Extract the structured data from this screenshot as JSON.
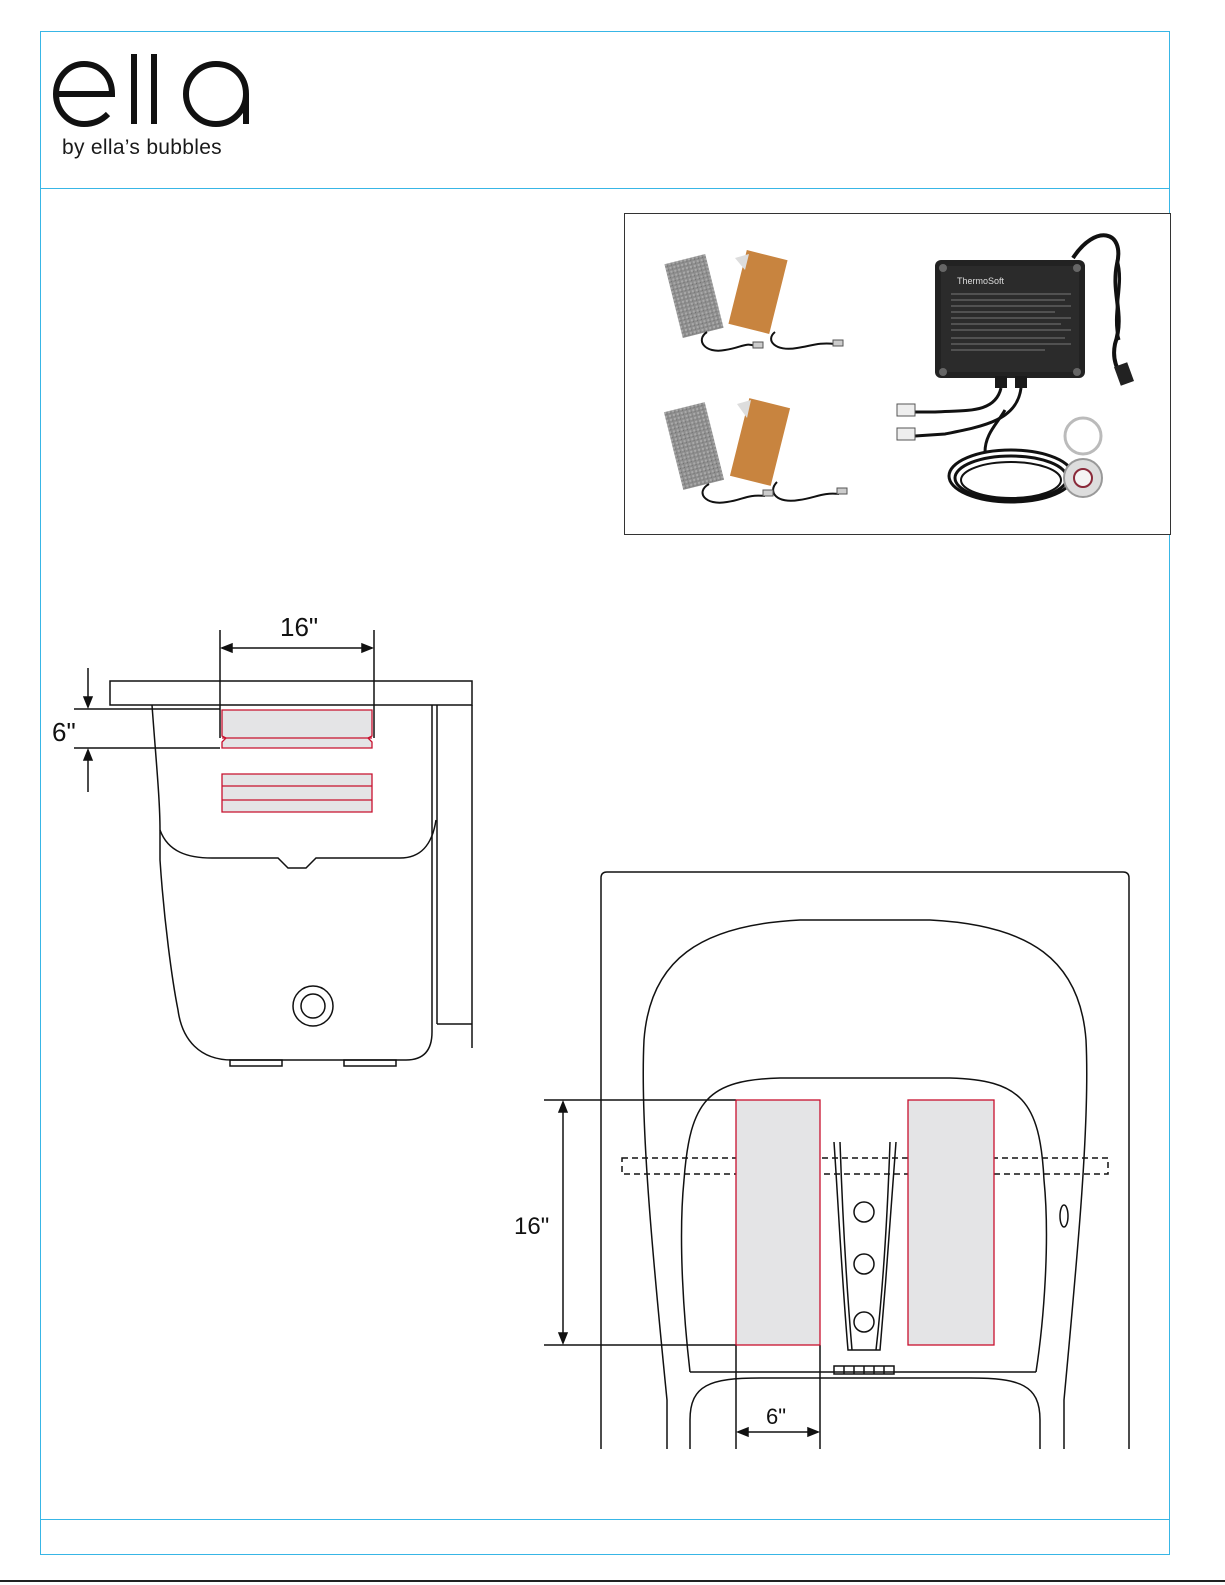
{
  "brand": {
    "name": "ella",
    "tagline": "by ella’s bubbles"
  },
  "photo_label": {
    "controller_brand": "ThermoSoft"
  },
  "side_view": {
    "width_dim": "16\"",
    "height_dim": "6\""
  },
  "top_view": {
    "length_dim": "16\"",
    "width_dim": "6\""
  },
  "colors": {
    "frame": "#38b6e6",
    "pad_outline": "#c8102e",
    "pad_fill": "#e4e4e6"
  }
}
